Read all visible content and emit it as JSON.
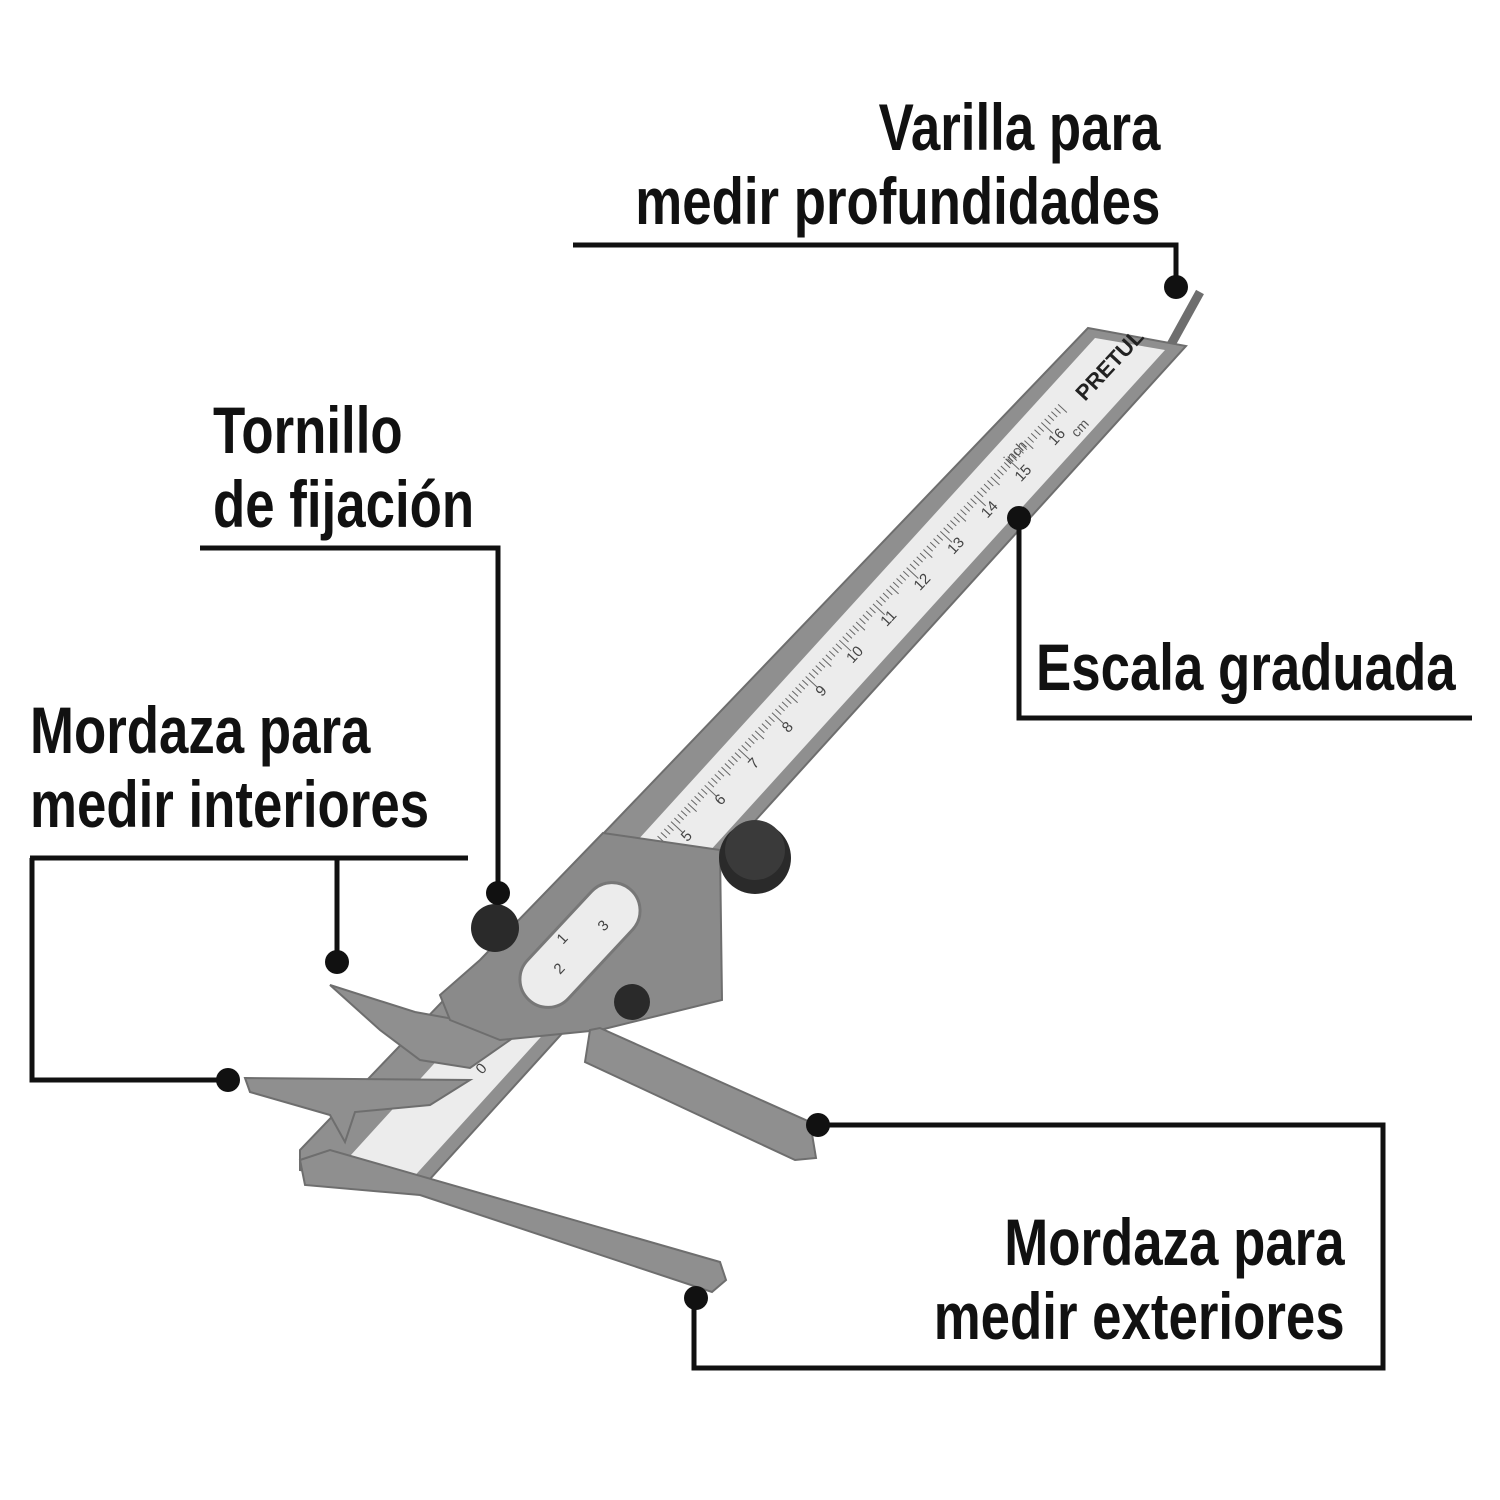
{
  "labels": {
    "depth_rod": [
      "Varilla para",
      "medir profundidades"
    ],
    "lock_screw": [
      "Tornillo",
      "de fijación"
    ],
    "inner_jaws": [
      "Mordaza para",
      "medir interiores"
    ],
    "scale": [
      "Escala graduada"
    ],
    "outer_jaws": [
      "Mordaza para",
      "medir exteriores"
    ]
  },
  "caliper": {
    "brand": "PRETUL",
    "unit_inch": "inch",
    "unit_cm": "cm",
    "cm_numbers": [
      "5",
      "6",
      "7",
      "8",
      "9",
      "10",
      "11",
      "12",
      "13",
      "14",
      "15",
      "16"
    ],
    "vernier_numbers": [
      "0",
      "1",
      "2",
      "3"
    ]
  },
  "colors": {
    "line": "#111111",
    "body": "#8f8f8f",
    "body_dark": "#6e6e6e",
    "scale_face": "#ececec",
    "knob": "#2a2a2a"
  }
}
